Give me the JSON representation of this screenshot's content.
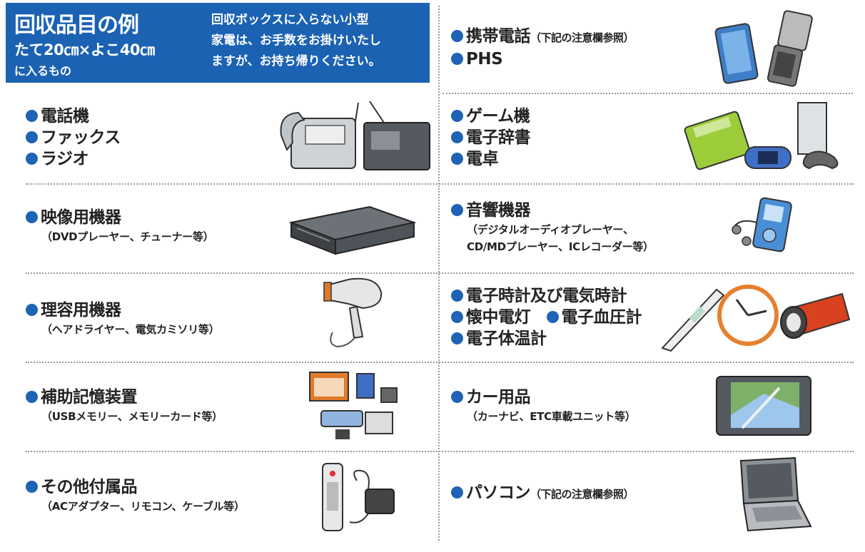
{
  "header": {
    "title": "回収品目の例",
    "size": "たて20㎝×よこ40㎝",
    "fit": "に入るもの",
    "note_lines": [
      "回収ボックスに入らない小型",
      "家電は、お手数をお掛けいたし",
      "ますが、お持ち帰りください。"
    ]
  },
  "items": {
    "mobile": {
      "label": "携帯電話",
      "note": "（下記の注意欄参照）"
    },
    "phs": {
      "label": "PHS"
    },
    "telephone": {
      "label": "電話機"
    },
    "fax": {
      "label": "ファックス"
    },
    "radio": {
      "label": "ラジオ"
    },
    "game": {
      "label": "ゲーム機"
    },
    "dictionary": {
      "label": "電子辞書"
    },
    "calculator": {
      "label": "電卓"
    },
    "video": {
      "label": "映像用機器",
      "sub": "（DVDプレーヤー、チューナー等）"
    },
    "audio": {
      "label": "音響機器",
      "sub1": "（デジタルオーディオプレーヤー、",
      "sub2": "CD/MDプレーヤー、ICレコーダー等）"
    },
    "grooming": {
      "label": "理容用機器",
      "sub": "（ヘアドライヤー、電気カミソリ等）"
    },
    "clock": {
      "label": "電子時計及び電気時計"
    },
    "flashlight": {
      "label": "懐中電灯"
    },
    "bp_meter": {
      "label": "電子血圧計"
    },
    "thermometer": {
      "label": "電子体温計"
    },
    "storage": {
      "label": "補助記憶装置",
      "sub": "（USBメモリー、メモリーカード等）"
    },
    "car": {
      "label": "カー用品",
      "sub": "（カーナビ、ETC車載ユニット等）"
    },
    "accessories": {
      "label": "その他付属品",
      "sub": "（ACアダプター、リモコン、ケーブル等）"
    },
    "pc": {
      "label": "パソコン",
      "note": "（下記の注意欄参照）"
    }
  },
  "colors": {
    "accent": "#1b62b3",
    "bullet": "#1e63b5"
  }
}
